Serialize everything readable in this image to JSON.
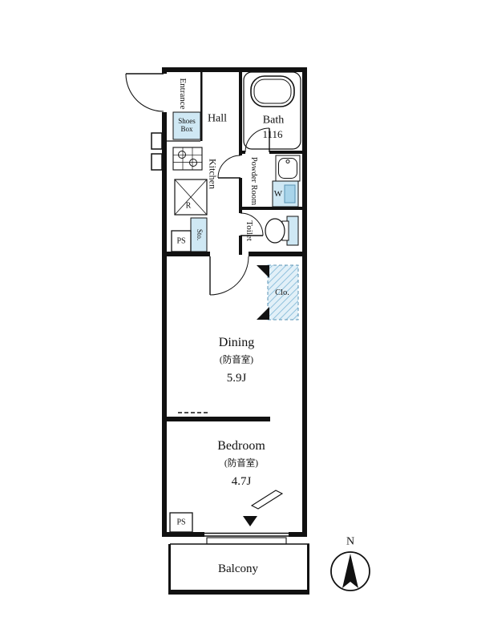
{
  "plan": {
    "entrance_label": "Entrance",
    "shoes_box_label": "Shoes Box",
    "hall_label": "Hall",
    "bath_label": "Bath",
    "bath_size": "1116",
    "kitchen_label": "Kitchen",
    "powder_room_label": "Powder Room",
    "washer_label": "W",
    "refrigerator_label": "R",
    "toilet_label": "Toilet",
    "storage_label": "Sto.",
    "pipe_space_top_label": "PS",
    "closet_label": "Clo.",
    "dining": {
      "name": "Dining",
      "note": "(防音室)",
      "size": "5.9J"
    },
    "bedroom": {
      "name": "Bedroom",
      "note": "(防音室)",
      "size": "4.7J"
    },
    "pipe_space_bottom_label": "PS",
    "balcony_label": "Balcony",
    "compass_north_label": "N"
  },
  "colors": {
    "wall": "#111111",
    "fixture_fill": "#cfe8f4",
    "fixture_fill_dark": "#a8d4ea",
    "closet_hatch_line": "#8fc0dc",
    "background": "#ffffff"
  }
}
